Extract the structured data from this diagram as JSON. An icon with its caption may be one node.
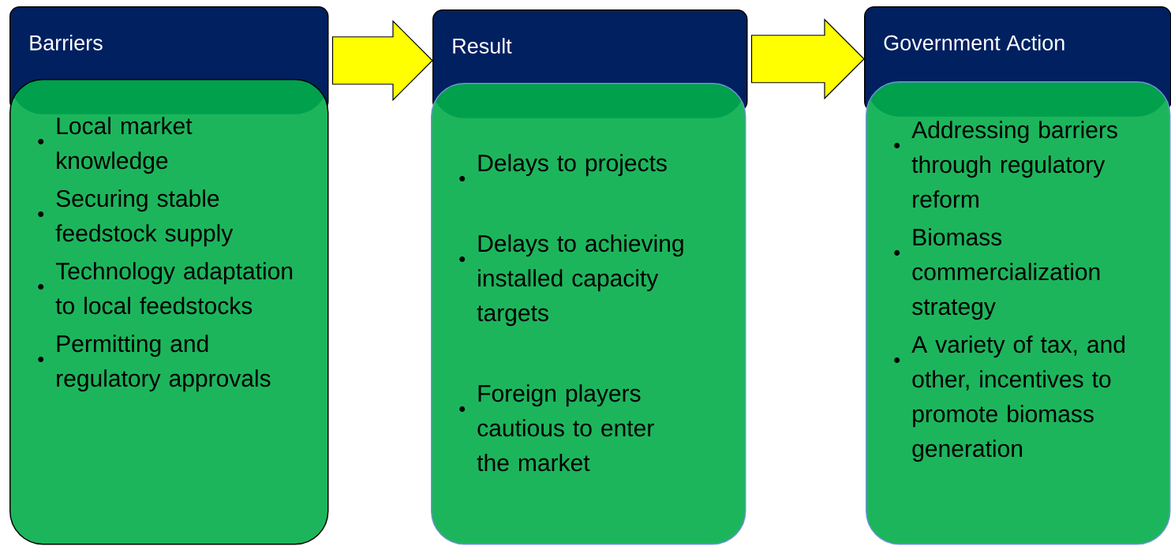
{
  "diagram": {
    "nodes": [
      {
        "text": [
          "Barriers"
        ]
      },
      {
        "text": [
          "Local market knowledge",
          "Securing stable feedstock supply",
          "Technology adaptation to local feedstocks",
          "Permitting and regulatory approvals"
        ]
      },
      {
        "text": [
          "Result"
        ]
      },
      {
        "text": [
          "Delays to projects",
          "Delays to achieving installed capacity targets",
          "Foreign players cautious to enter the market"
        ]
      },
      {
        "text": [
          "Government Action"
        ]
      },
      {
        "text": [
          "Addressing barriers through regulatory reform",
          "Biomass commercialization strategy",
          "A variety of tax, and other, incentives to promote biomass generation"
        ]
      }
    ],
    "edges": [
      {
        "from": 0,
        "to": 2,
        "arrow": "to"
      },
      {
        "from": 2,
        "to": 4,
        "arrow": "to"
      }
    ]
  }
}
